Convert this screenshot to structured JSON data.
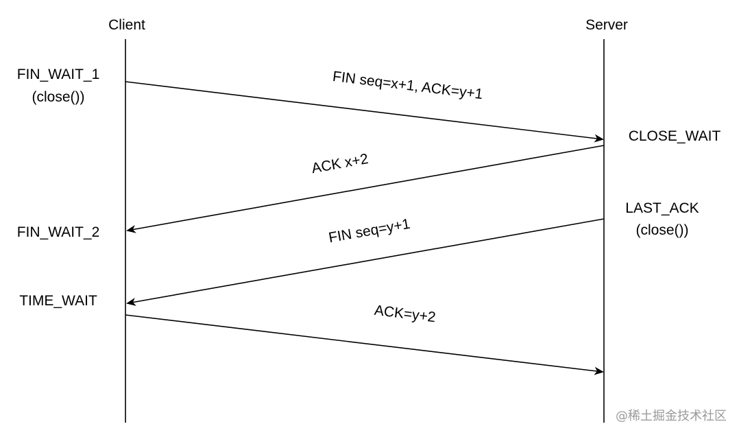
{
  "participants": {
    "client": "Client",
    "server": "Server"
  },
  "states": {
    "client_fin_wait_1": "FIN_WAIT_1",
    "client_close_call": "(close())",
    "client_fin_wait_2": "FIN_WAIT_2",
    "client_time_wait": "TIME_WAIT",
    "server_close_wait": "CLOSE_WAIT",
    "server_last_ack": "LAST_ACK",
    "server_close_call": "(close())"
  },
  "messages": {
    "fin_client": "FIN seq=x+1, ACK=y+1",
    "ack_server": "ACK x+2",
    "fin_server": "FIN seq=y+1",
    "ack_client": "ACK=y+2"
  },
  "watermark": "@稀土掘金技术社区"
}
